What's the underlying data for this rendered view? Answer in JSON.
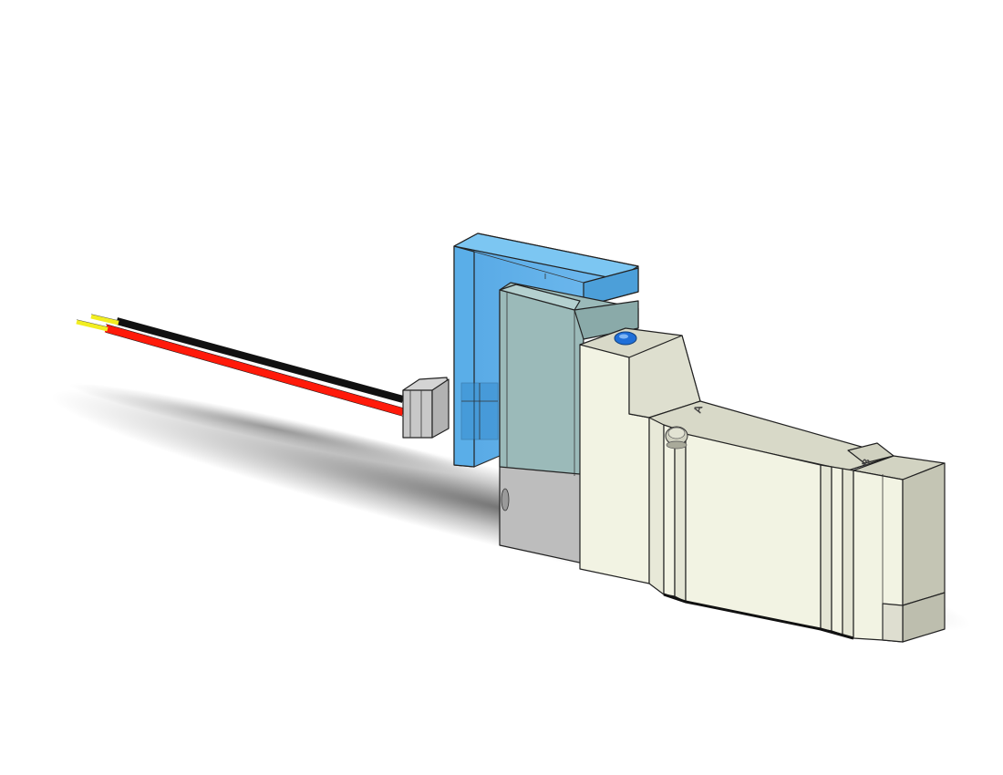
{
  "image": {
    "subject": "solenoid-valve-cad-render",
    "background_color": "#ffffff"
  },
  "body_markings": {
    "port_a_label": "A",
    "port_b_label": "B"
  },
  "colors": {
    "cover_blue": "#5aaee8",
    "coil_face": "#9bbab9",
    "body_cream": "#f2f3e3",
    "body_top": "#d8d9c8",
    "end_cap": "#c4c5b4",
    "base_gray": "#bdbdbd",
    "indicator_blue": "#1f6fd8",
    "wire_red": "#ff1a0a",
    "wire_black": "#111111",
    "pin_yellow": "#f2ee20"
  },
  "icons": {
    "lead_wires": "wire-icon",
    "manual_override": "button-icon"
  }
}
